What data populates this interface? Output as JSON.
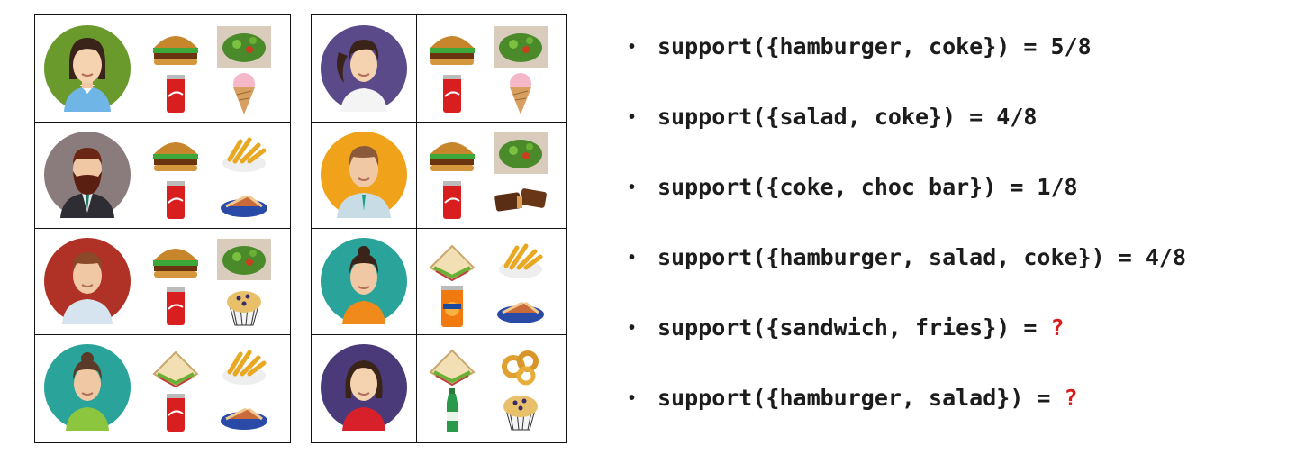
{
  "tables": [
    {
      "rows": [
        {
          "avatar": "woman-green-bg",
          "items": [
            "hamburger-icon",
            "salad-icon",
            "coke-icon",
            "ice-cream-icon"
          ]
        },
        {
          "avatar": "bearded-man-gray-bg",
          "items": [
            "hamburger-icon",
            "fries-icon",
            "coke-icon",
            "pie-icon"
          ]
        },
        {
          "avatar": "man-red-bg",
          "items": [
            "hamburger-icon",
            "salad-icon",
            "coke-icon",
            "muffin-icon"
          ]
        },
        {
          "avatar": "woman-teal-bg",
          "items": [
            "sandwich-icon",
            "fries-icon",
            "coke-icon",
            "pie-icon"
          ]
        }
      ]
    },
    {
      "rows": [
        {
          "avatar": "ponytail-woman-purple-bg",
          "items": [
            "hamburger-icon",
            "salad-icon",
            "coke-icon",
            "ice-cream-icon"
          ]
        },
        {
          "avatar": "man-orange-bg",
          "items": [
            "hamburger-icon",
            "salad-icon",
            "coke-icon",
            "chocolate-bar-icon"
          ]
        },
        {
          "avatar": "woman-teal-bg",
          "items": [
            "sandwich-icon",
            "fries-icon",
            "fanta-icon",
            "pie-icon"
          ]
        },
        {
          "avatar": "woman-purple-bg",
          "items": [
            "sandwich-icon",
            "onion-rings-icon",
            "water-bottle-icon",
            "muffin-icon"
          ]
        }
      ]
    }
  ],
  "bullets": [
    {
      "text": "support({hamburger, coke}) = 5/8",
      "answer": ""
    },
    {
      "text": "support({salad, coke}) = 4/8",
      "answer": ""
    },
    {
      "text": "support({coke, choc bar}) = 1/8",
      "answer": ""
    },
    {
      "text": "support({hamburger, salad, coke}) = 4/8",
      "answer": ""
    },
    {
      "text": "support({sandwich, fries}) = ",
      "answer": "?"
    },
    {
      "text": "support({hamburger, salad}) = ",
      "answer": "?"
    }
  ],
  "colors": {
    "question_mark": "#d81c1c",
    "grid": "#111111"
  }
}
